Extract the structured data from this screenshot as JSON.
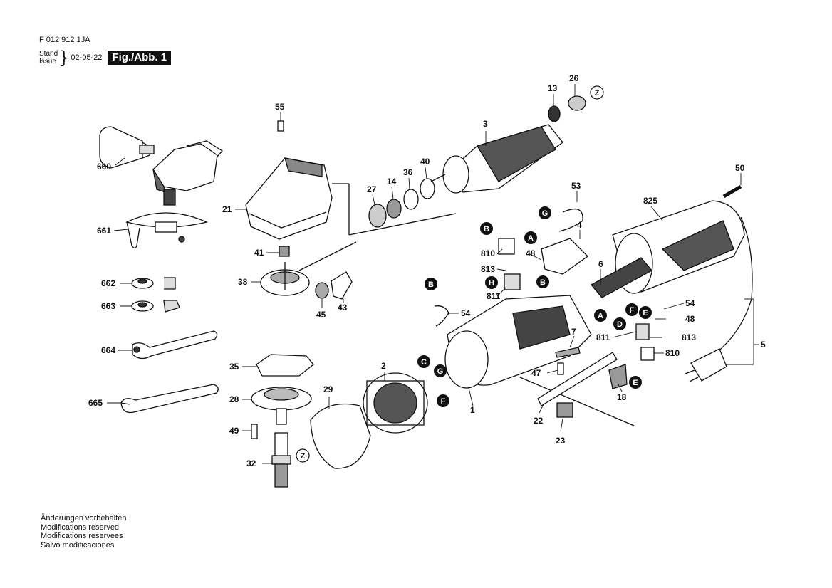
{
  "header": {
    "doc_number": "F 012 912 1JA",
    "stand_label": "Stand",
    "issue_label": "Issue",
    "date": "02-05-22",
    "figure": "Fig./Abb. 1"
  },
  "footer": {
    "lines": [
      "Änderungen vorbehalten",
      "Modifications reserved",
      "Modifications reservees",
      "Salvo modificaciones"
    ]
  },
  "part_labels": [
    "55",
    "660",
    "21",
    "661",
    "41",
    "38",
    "45",
    "43",
    "662",
    "663",
    "664",
    "35",
    "665",
    "28",
    "49",
    "32",
    "29",
    "2",
    "1",
    "3",
    "13",
    "26",
    "27",
    "14",
    "36",
    "40",
    "53",
    "825",
    "50",
    "4",
    "810",
    "48",
    "813",
    "811",
    "6",
    "54",
    "48",
    "811",
    "813",
    "810",
    "5",
    "7",
    "47",
    "22",
    "23",
    "18",
    "54"
  ],
  "connector_letters": [
    "A",
    "B",
    "C",
    "D",
    "E",
    "F",
    "G",
    "H",
    "Z"
  ]
}
